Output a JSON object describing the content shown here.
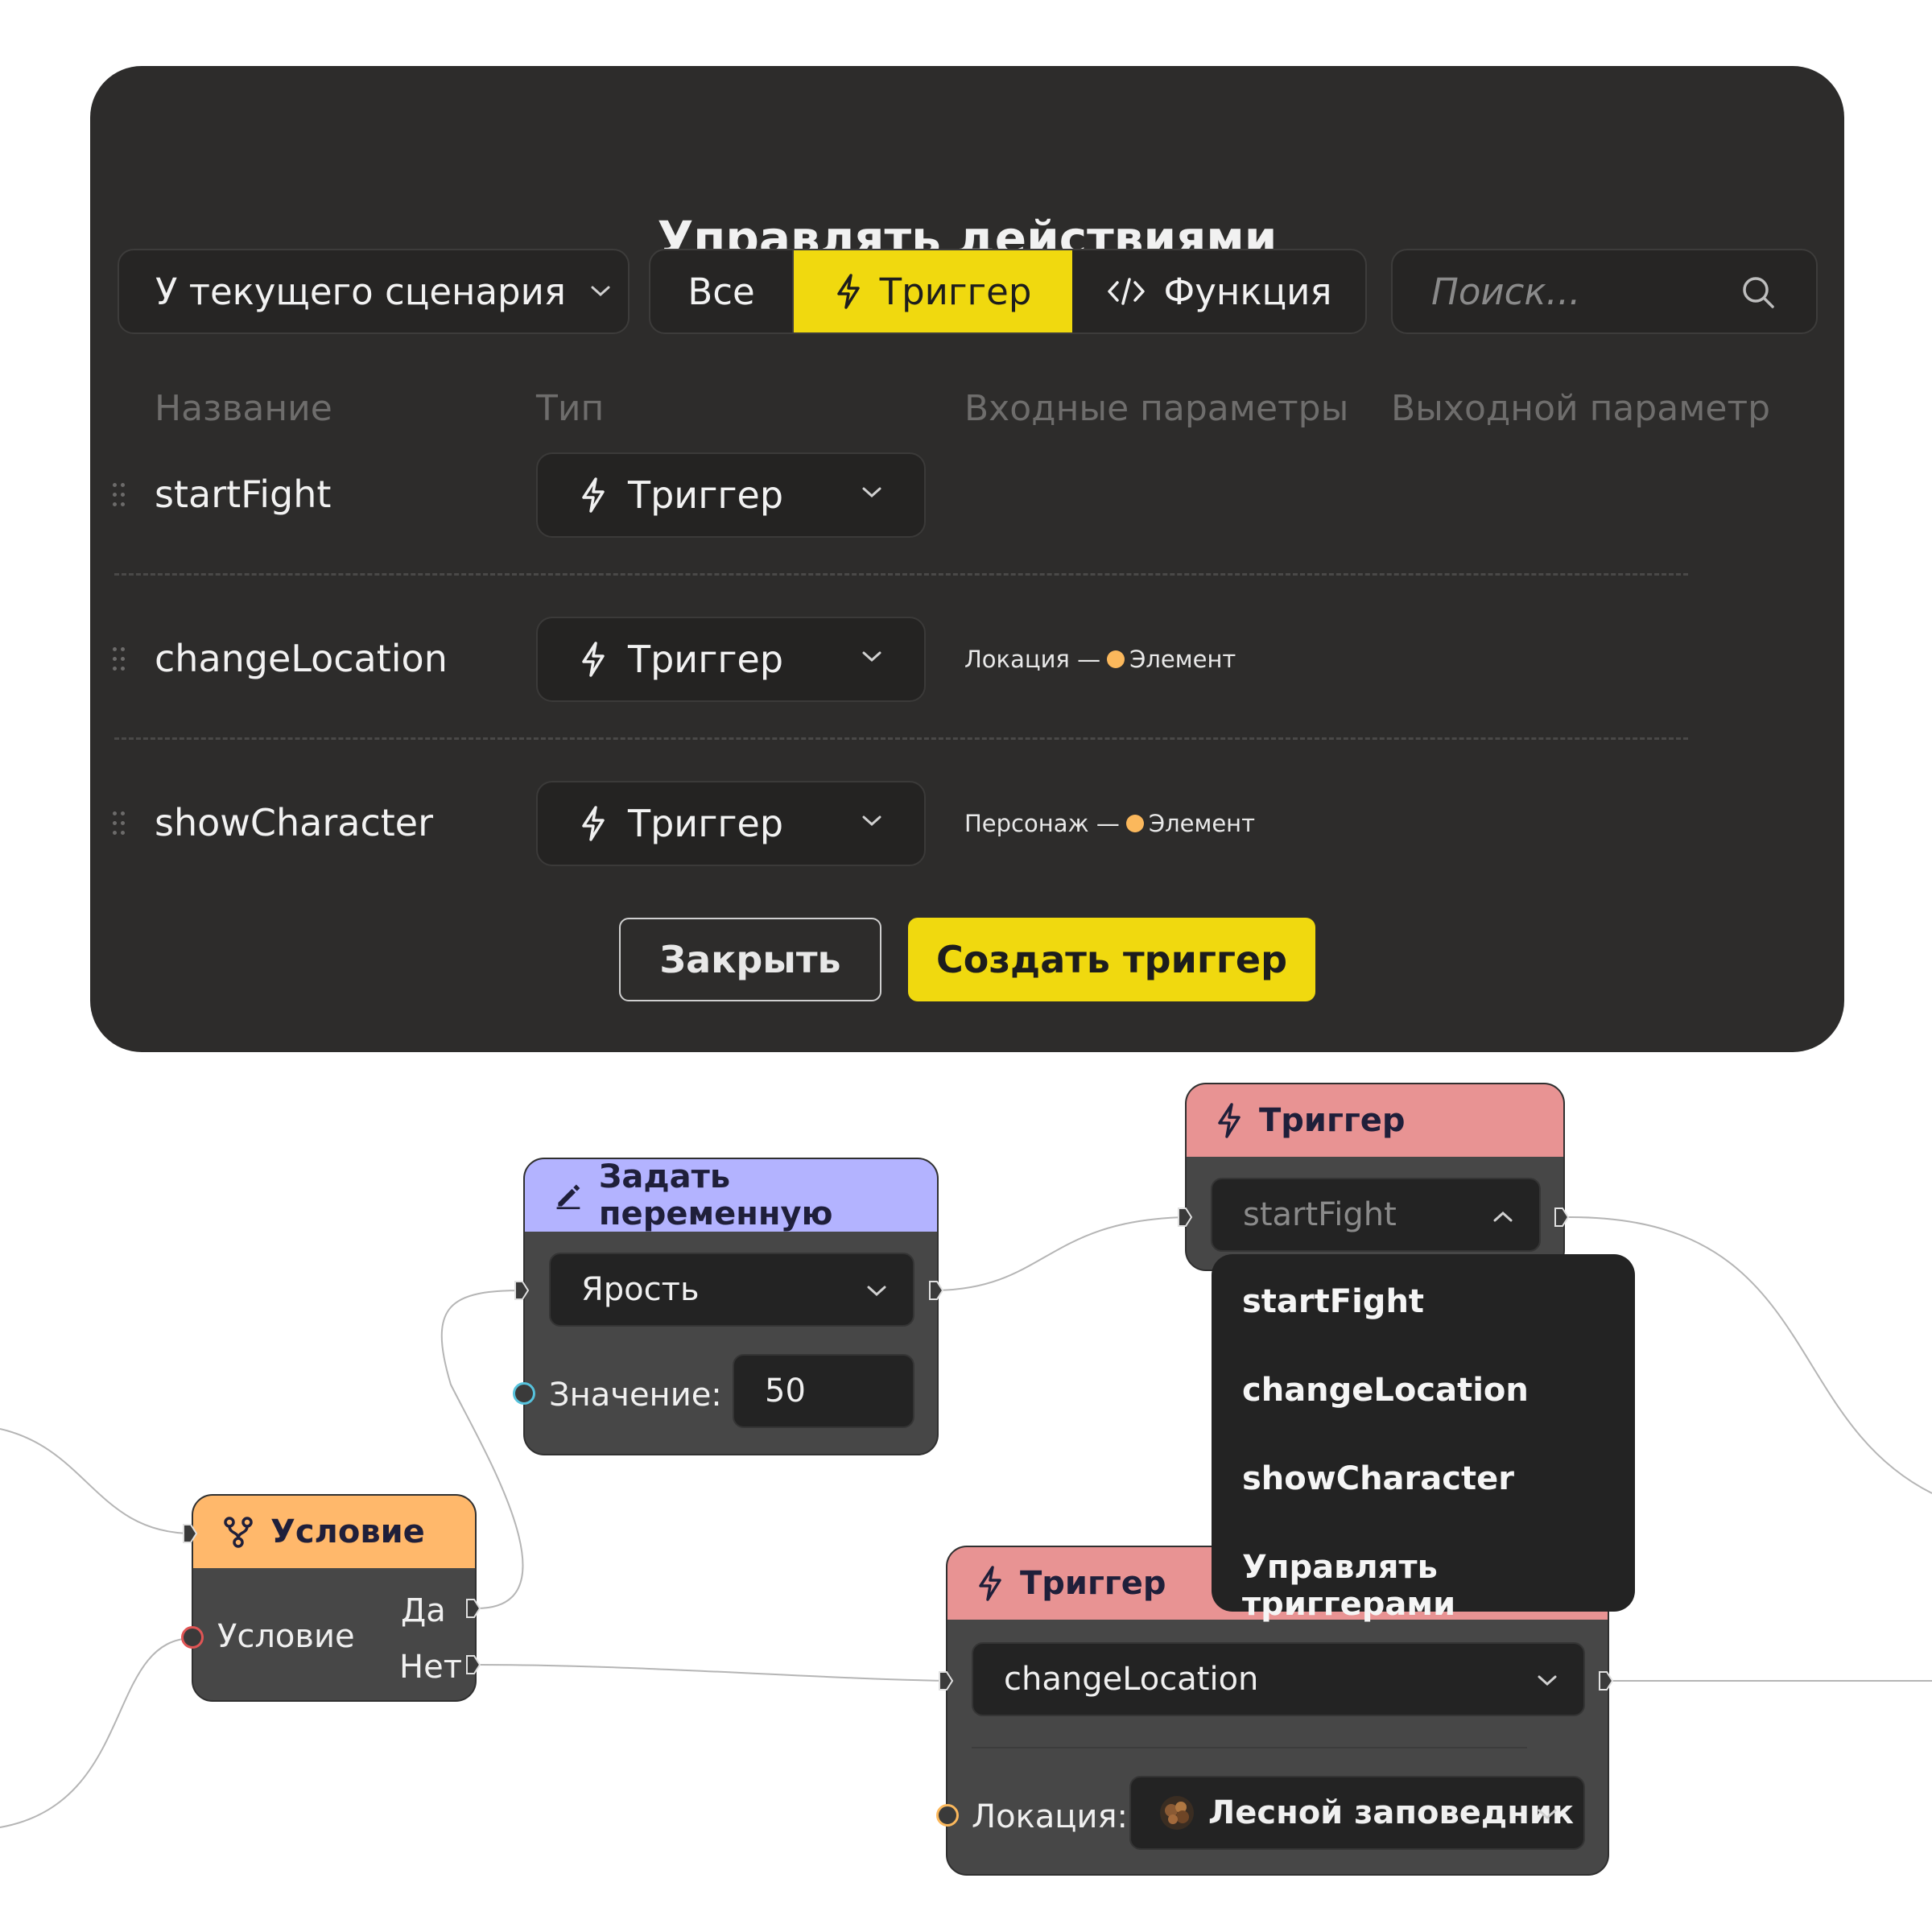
{
  "modal": {
    "title": "Управлять действиями",
    "scope_label": "У текущего сценария",
    "tabs": [
      {
        "label": "Все",
        "active": false
      },
      {
        "label": "Триггер",
        "active": true,
        "icon": "bolt-icon"
      },
      {
        "label": "Функция",
        "active": false,
        "icon": "code-icon"
      }
    ],
    "search_placeholder": "Поиск...",
    "columns": [
      "Название",
      "Тип",
      "Входные параметры",
      "Выходной параметр"
    ],
    "rows": [
      {
        "name": "startFight",
        "type": "Триггер",
        "param_name": "",
        "param_type": ""
      },
      {
        "name": "changeLocation",
        "type": "Триггер",
        "param_name": "Локация —",
        "param_type": "Элемент"
      },
      {
        "name": "showCharacter",
        "type": "Триггер",
        "param_name": "Персонаж —",
        "param_type": "Элемент"
      }
    ],
    "close_label": "Закрыть",
    "create_label": "Создать триггер"
  },
  "nodes": {
    "set_var": {
      "title": "Задать переменную",
      "variable": "Ярость",
      "value_label": "Значение:",
      "value": "50"
    },
    "condition": {
      "title": "Условие",
      "input_label": "Условие",
      "yes_label": "Да",
      "no_label": "Нет"
    },
    "trigger_top": {
      "title": "Триггер",
      "selected": "startFight"
    },
    "trigger_bottom": {
      "title": "Триггер",
      "selected": "changeLocation",
      "location_label": "Локация:",
      "location_value": "Лесной заповедник"
    }
  },
  "dropdown_menu": {
    "items": [
      "startFight",
      "changeLocation",
      "showCharacter",
      "Управлять триггерами"
    ]
  },
  "colors": {
    "accent_yellow": "#f0d90f",
    "modal_bg": "#2d2c2b",
    "node_set_var_header": "#b3b3ff",
    "node_condition_header": "#ffb86b",
    "node_trigger_header": "#e89393",
    "element_dot": "#fbb85c"
  }
}
